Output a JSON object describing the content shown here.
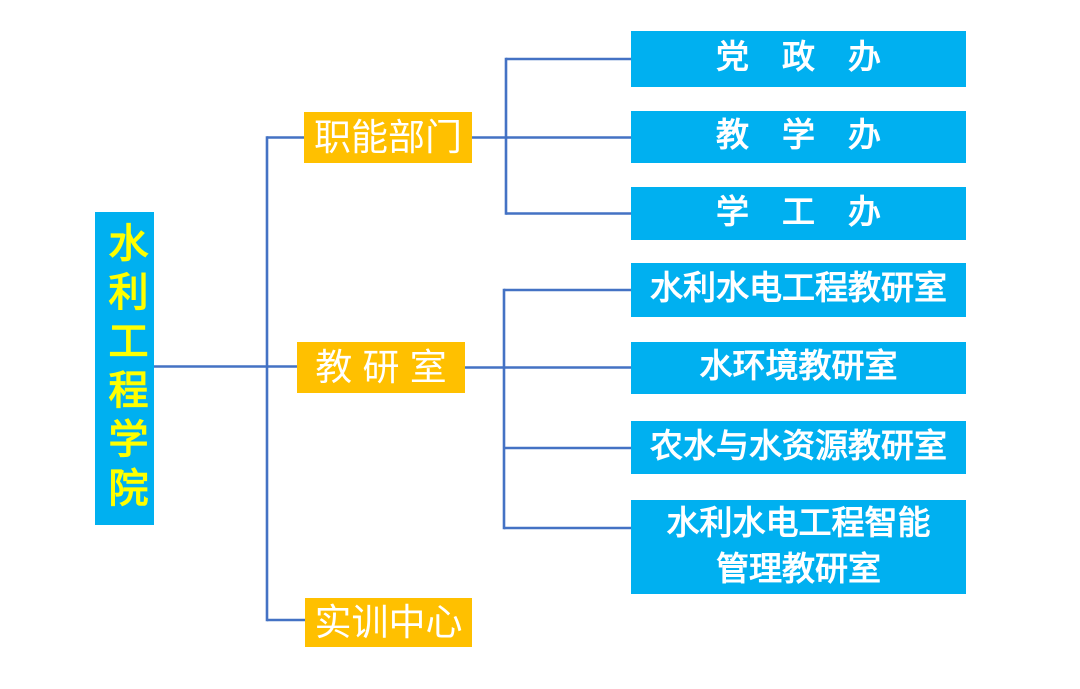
{
  "colors": {
    "node_cyan": "#00B0F0",
    "node_orange": "#FFC000",
    "connector_blue": "#4472C4",
    "root_text_yellow": "#FFFF00",
    "node_text_white": "#FFFFFF"
  },
  "org_chart": {
    "root": {
      "label": "水利工程学院"
    },
    "branches": [
      {
        "label": "职能部门",
        "children": [
          "党　政　办",
          "教　学　办",
          "学　工　办"
        ]
      },
      {
        "label": "教 研 室",
        "children": [
          "水利水电工程教研室",
          "水环境教研室",
          "农水与水资源教研室",
          "水利水电工程智能\n管理教研室"
        ]
      },
      {
        "label": "实训中心",
        "children": []
      }
    ]
  }
}
